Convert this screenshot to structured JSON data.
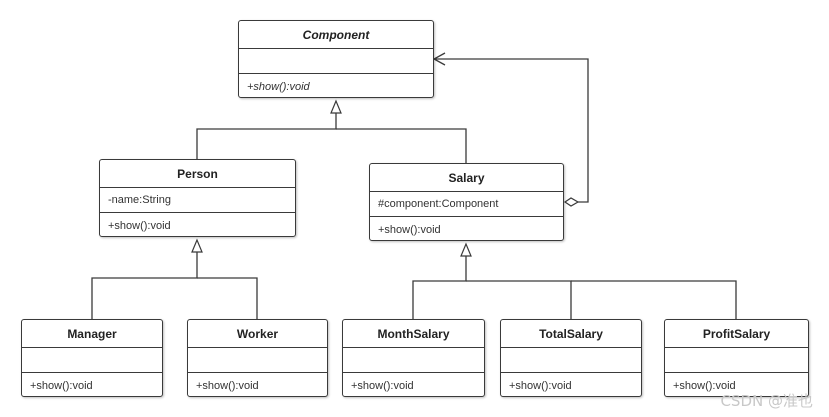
{
  "classes": {
    "component": {
      "name": "Component",
      "attributes": "",
      "methods": "+show():void"
    },
    "person": {
      "name": "Person",
      "attributes": "-name:String",
      "methods": "+show():void"
    },
    "salary": {
      "name": "Salary",
      "attributes": "#component:Component",
      "methods": "+show():void"
    },
    "manager": {
      "name": "Manager",
      "attributes": "",
      "methods": "+show():void"
    },
    "worker": {
      "name": "Worker",
      "attributes": "",
      "methods": "+show():void"
    },
    "month_salary": {
      "name": "MonthSalary",
      "attributes": "",
      "methods": "+show():void"
    },
    "total_salary": {
      "name": "TotalSalary",
      "attributes": "",
      "methods": "+show():void"
    },
    "profit_salary": {
      "name": "ProfitSalary",
      "attributes": "",
      "methods": "+show():void"
    }
  },
  "relations": [
    {
      "type": "generalization",
      "from": "Person",
      "to": "Component"
    },
    {
      "type": "generalization",
      "from": "Salary",
      "to": "Component"
    },
    {
      "type": "generalization",
      "from": "Manager",
      "to": "Person"
    },
    {
      "type": "generalization",
      "from": "Worker",
      "to": "Person"
    },
    {
      "type": "generalization",
      "from": "MonthSalary",
      "to": "Salary"
    },
    {
      "type": "generalization",
      "from": "TotalSalary",
      "to": "Salary"
    },
    {
      "type": "generalization",
      "from": "ProfitSalary",
      "to": "Salary"
    },
    {
      "type": "aggregation",
      "from": "Salary",
      "to": "Component"
    }
  ],
  "watermark": "CSDN @准也"
}
